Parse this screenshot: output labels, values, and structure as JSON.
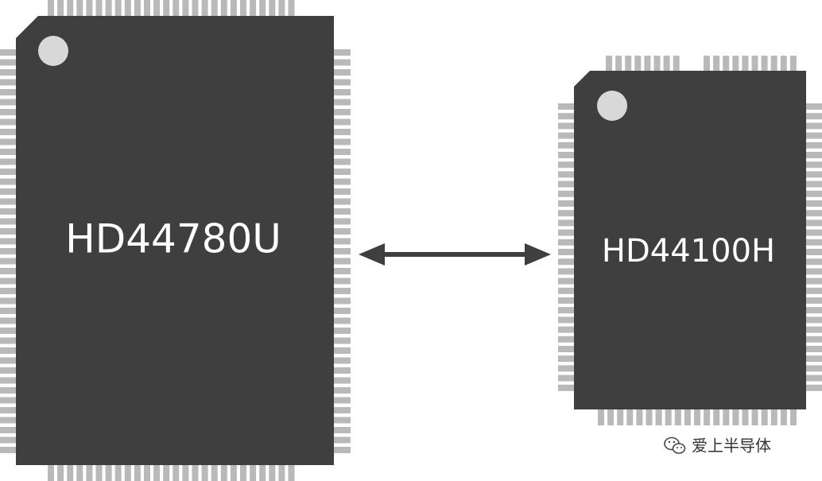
{
  "chips": [
    {
      "label": "HD44780U"
    },
    {
      "label": "HD44100H"
    }
  ],
  "connector": {
    "type": "bidirectional-arrow"
  },
  "watermark": {
    "text": "爱上半导体",
    "icon": "wechat-icon"
  },
  "colors": {
    "chip_body": "#3f3f3f",
    "pins": "#b9b9b9",
    "pin1_dot": "#d8d8d8",
    "label_text": "#ffffff",
    "arrow": "#3f3f3f"
  }
}
